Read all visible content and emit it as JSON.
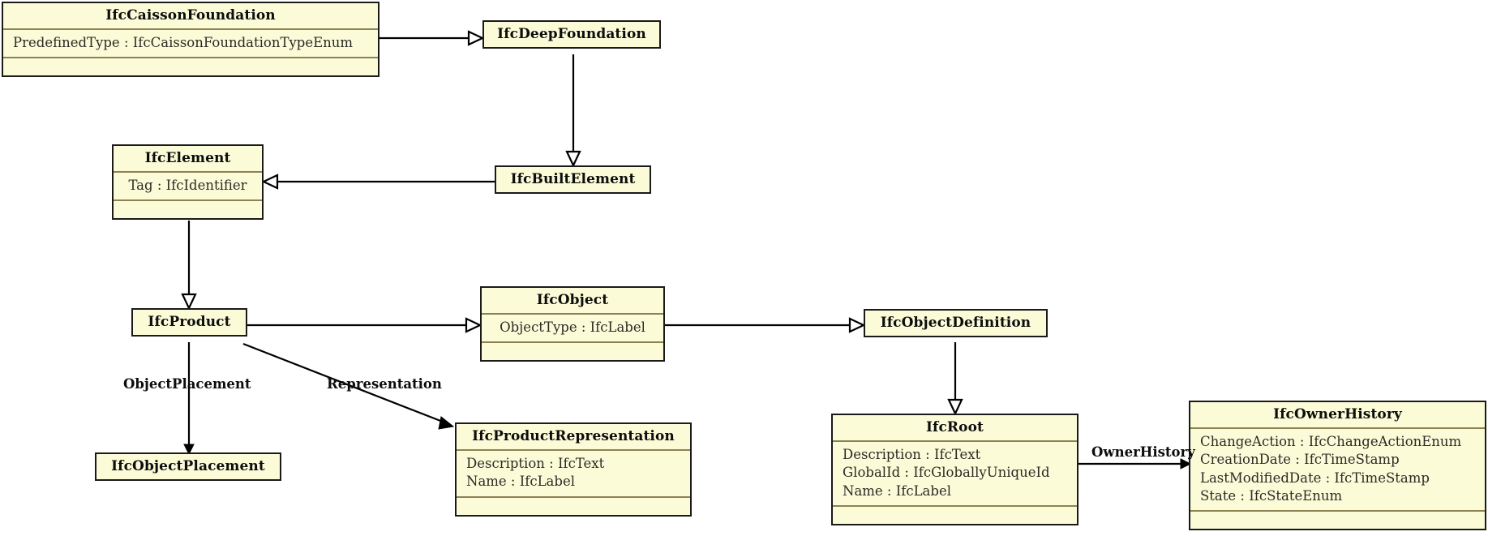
{
  "diagram": {
    "title": "IFC Entity Inheritance Diagram",
    "background_color": "#ffffff",
    "class_fill_color": "#fcfbd8",
    "class_border_color": "#1a1a1a",
    "separator_color": "#8a8351",
    "edge_color": "#000000"
  },
  "classes": [
    {
      "id": "ifc-caisson-foundation",
      "name": "IfcCaissonFoundation",
      "attributes": [
        "PredefinedType : IfcCaissonFoundationTypeEnum"
      ],
      "has_empty_compartment": true
    },
    {
      "id": "ifc-deep-foundation",
      "name": "IfcDeepFoundation",
      "attributes": [],
      "has_empty_compartment": false
    },
    {
      "id": "ifc-element",
      "name": "IfcElement",
      "attributes": [
        "Tag : IfcIdentifier"
      ],
      "has_empty_compartment": true
    },
    {
      "id": "ifc-built-element",
      "name": "IfcBuiltElement",
      "attributes": [],
      "has_empty_compartment": false
    },
    {
      "id": "ifc-product",
      "name": "IfcProduct",
      "attributes": [],
      "has_empty_compartment": false
    },
    {
      "id": "ifc-object",
      "name": "IfcObject",
      "attributes": [
        "ObjectType : IfcLabel"
      ],
      "has_empty_compartment": true
    },
    {
      "id": "ifc-object-definition",
      "name": "IfcObjectDefinition",
      "attributes": [],
      "has_empty_compartment": false
    },
    {
      "id": "ifc-object-placement",
      "name": "IfcObjectPlacement",
      "attributes": [],
      "has_empty_compartment": false
    },
    {
      "id": "ifc-product-representation",
      "name": "IfcProductRepresentation",
      "attributes": [
        "Description : IfcText",
        "Name : IfcLabel"
      ],
      "has_empty_compartment": true
    },
    {
      "id": "ifc-root",
      "name": "IfcRoot",
      "attributes": [
        "Description : IfcText",
        "GlobalId : IfcGloballyUniqueId",
        "Name : IfcLabel"
      ],
      "has_empty_compartment": true
    },
    {
      "id": "ifc-owner-history",
      "name": "IfcOwnerHistory",
      "attributes": [
        "ChangeAction : IfcChangeActionEnum",
        "CreationDate : IfcTimeStamp",
        "LastModifiedDate : IfcTimeStamp",
        "State : IfcStateEnum"
      ],
      "has_empty_compartment": true
    }
  ],
  "edges": [
    {
      "id": "caisson-to-deep",
      "from": "IfcCaissonFoundation",
      "to": "IfcDeepFoundation",
      "kind": "generalization",
      "label": ""
    },
    {
      "id": "deep-to-built",
      "from": "IfcDeepFoundation",
      "to": "IfcBuiltElement",
      "kind": "generalization",
      "label": ""
    },
    {
      "id": "built-to-element",
      "from": "IfcBuiltElement",
      "to": "IfcElement",
      "kind": "generalization",
      "label": ""
    },
    {
      "id": "element-to-product",
      "from": "IfcElement",
      "to": "IfcProduct",
      "kind": "generalization",
      "label": ""
    },
    {
      "id": "product-to-object",
      "from": "IfcProduct",
      "to": "IfcObject",
      "kind": "generalization",
      "label": ""
    },
    {
      "id": "object-to-objectdefinition",
      "from": "IfcObject",
      "to": "IfcObjectDefinition",
      "kind": "generalization",
      "label": ""
    },
    {
      "id": "objectdefinition-to-root",
      "from": "IfcObjectDefinition",
      "to": "IfcRoot",
      "kind": "generalization",
      "label": ""
    },
    {
      "id": "product-to-objectplacement",
      "from": "IfcProduct",
      "to": "IfcObjectPlacement",
      "kind": "association",
      "label": "ObjectPlacement"
    },
    {
      "id": "product-to-productrepresentation",
      "from": "IfcProduct",
      "to": "IfcProductRepresentation",
      "kind": "association",
      "label": "Representation"
    },
    {
      "id": "root-to-ownerhistory",
      "from": "IfcRoot",
      "to": "IfcOwnerHistory",
      "kind": "association",
      "label": "OwnerHistory"
    }
  ]
}
